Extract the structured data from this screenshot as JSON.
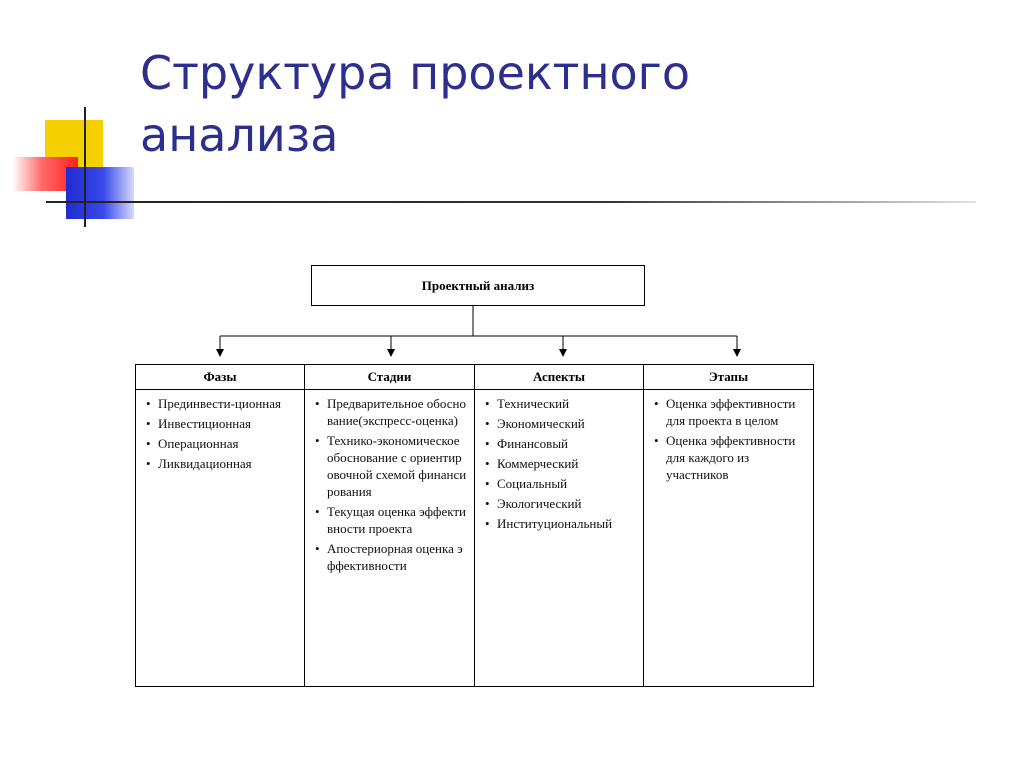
{
  "title": "Структура проектного анализа",
  "diagram": {
    "root": "Проектный анализ",
    "columns": [
      {
        "header": "Фазы",
        "items": [
          "Прединвести-ционная",
          "Инвестиционная",
          "Операционная",
          "Ликвидационная"
        ]
      },
      {
        "header": "Стадии",
        "items": [
          "Предварительное обоснование(экспресс-оценка)",
          "Технико-экономическое обоснование с ориентировочной схемой финансирования",
          "Текущая оценка эффективности проекта",
          "Апостериорная оценка эффективности"
        ]
      },
      {
        "header": "Аспекты",
        "items": [
          "Технический",
          "Экономический",
          "Финансовый",
          "Коммерческий",
          "Социальный",
          "Экологический",
          "Институциональный"
        ]
      },
      {
        "header": "Этапы",
        "items": [
          "Оценка эффективности для проекта в целом",
          "Оценка эффективности для каждого из участников"
        ]
      }
    ]
  }
}
